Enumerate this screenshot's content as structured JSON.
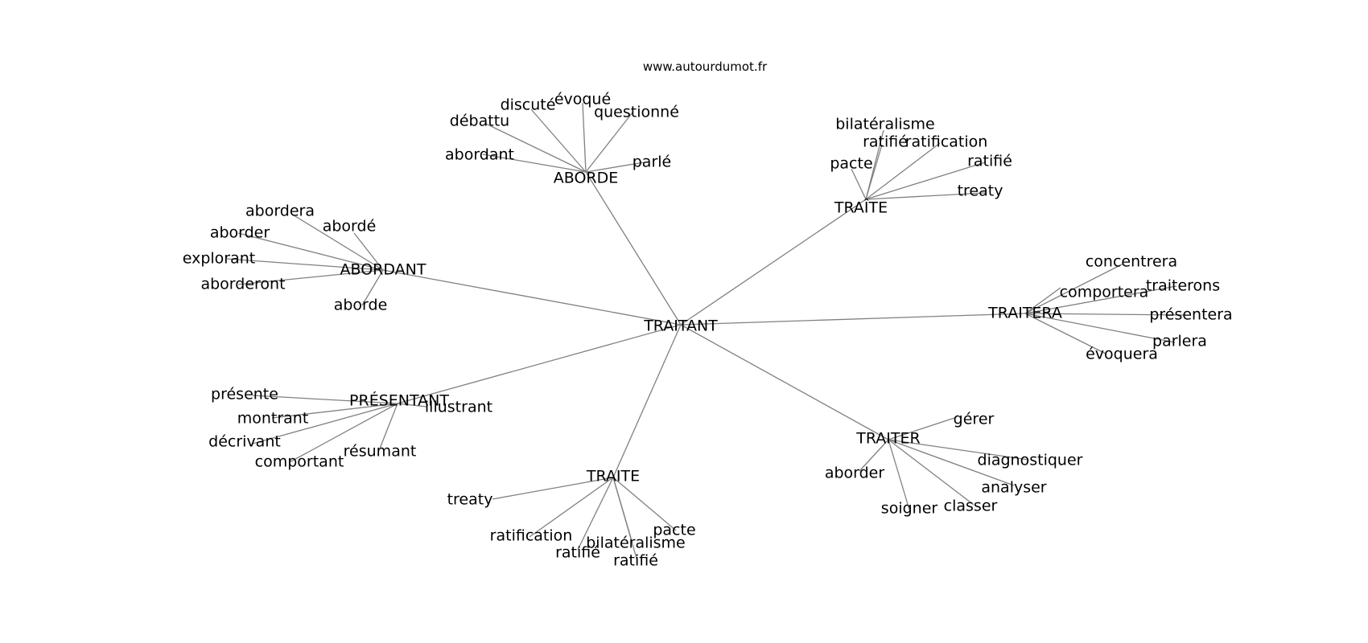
{
  "source": "www.autourdumot.fr",
  "graph": {
    "center": "TRAITANT",
    "groups": [
      {
        "label": "ABORDE",
        "words": [
          "abordant",
          "débattu",
          "discuté",
          "évoqué",
          "questionné",
          "parlé"
        ]
      },
      {
        "label": "TRAÎTE",
        "words": [
          "bilatéralisme",
          "ratifié",
          "ratification",
          "pacte",
          "ratifié",
          "treaty"
        ]
      },
      {
        "label": "ABORDANT",
        "words": [
          "abordera",
          "abordé",
          "aborder",
          "explorant",
          "aborderont",
          "aborde"
        ]
      },
      {
        "label": "TRAITERA",
        "words": [
          "concentrera",
          "comportera",
          "traiterons",
          "présentera",
          "parlera",
          "évoquera"
        ]
      },
      {
        "label": "PRÉSENTANT",
        "words": [
          "présente",
          "montrant",
          "décrivant",
          "comportant",
          "résumant",
          "illustrant"
        ]
      },
      {
        "label": "TRAITER",
        "words": [
          "gérer",
          "aborder",
          "diagnostiquer",
          "analyser",
          "classer",
          "soigner"
        ]
      },
      {
        "label": "TRAITE",
        "words": [
          "treaty",
          "ratification",
          "ratifié",
          "bilatéralisme",
          "ratifié",
          "pacte"
        ]
      }
    ]
  }
}
